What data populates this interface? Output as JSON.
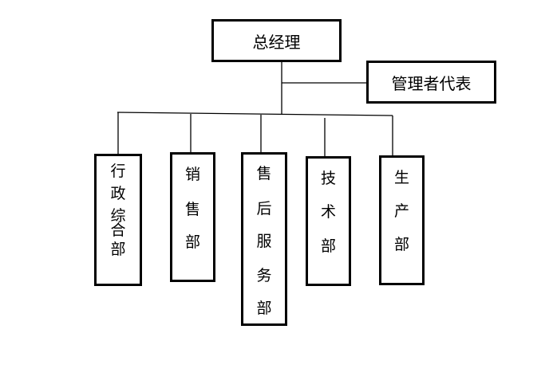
{
  "top": {
    "general_manager": "总经理",
    "management_representative": "管理者代表"
  },
  "departments": [
    {
      "chars": [
        "行",
        "政",
        "综",
        "合",
        "部"
      ]
    },
    {
      "chars": [
        "销",
        "售",
        "部"
      ]
    },
    {
      "chars": [
        "售",
        "后",
        "服",
        "务",
        "部"
      ]
    },
    {
      "chars": [
        "技",
        "术",
        "部"
      ]
    },
    {
      "chars": [
        "生",
        "产",
        "部"
      ]
    }
  ]
}
